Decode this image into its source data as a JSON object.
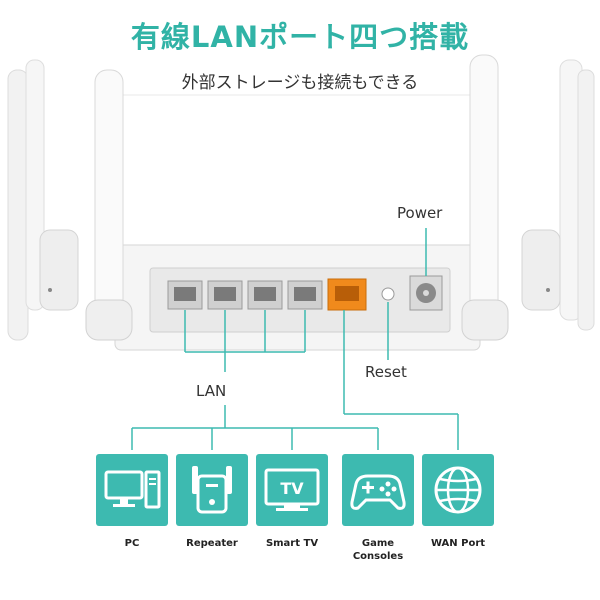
{
  "header": {
    "title": "有線LANポート四つ搭載",
    "subtitle": "外部ストレージも接続もできる"
  },
  "callouts": {
    "power": "Power",
    "reset": "Reset",
    "lan": "LAN"
  },
  "devices": [
    {
      "label": "PC",
      "icon": "pc-icon"
    },
    {
      "label": "Repeater",
      "icon": "repeater-icon"
    },
    {
      "label": "Smart TV",
      "icon": "tv-icon",
      "icon_text": "TV"
    },
    {
      "label": "Game Consoles",
      "icon": "gamepad-icon"
    },
    {
      "label": "WAN Port",
      "icon": "globe-icon"
    }
  ],
  "colors": {
    "accent": "#31b3a6",
    "tile": "#3dbab0",
    "wan_port": "#f08a1c"
  }
}
